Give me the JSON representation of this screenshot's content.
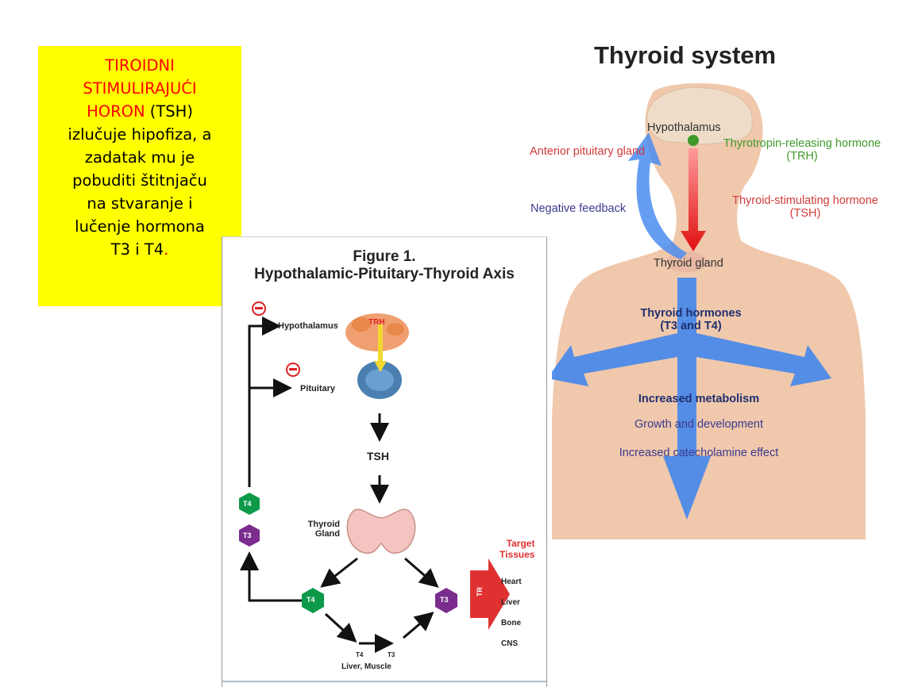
{
  "note": {
    "line1_red": "TIROIDNI",
    "line2_red": "STIMULIRAJUĆI",
    "line3_red": "HORON",
    "line3_black": " (TSH)",
    "line4": "izlučuje hipofiza, a",
    "line5": "zadatak mu je",
    "line6": "pobuditi štitnjaču",
    "line7": "na stvaranje i",
    "line8": "lučenje hormona",
    "line9": "T3 i T4",
    "line9_dot": "."
  },
  "thyroid_system": {
    "title": "Thyroid system",
    "hypothalamus": "Hypothalamus",
    "anterior_pituitary": "Anterior pituitary gland",
    "trh_line1": "Thyrotropin-releasing hormone",
    "trh_line2": "(TRH)",
    "negative_feedback": "Negative feedback",
    "tsh_line1": "Thyroid-stimulating hormone",
    "tsh_line2": "(TSH)",
    "thyroid_gland": "Thyroid gland",
    "hormones_line1": "Thyroid hormones",
    "hormones_line2": "(T3 and T4)",
    "effect1": "Increased metabolism",
    "effect2": "Growth and development",
    "effect3": "Increased catecholamine effect"
  },
  "figure1": {
    "title_line1": "Figure 1.",
    "title_line2": "Hypothalamic-Pituitary-Thyroid Axis",
    "hypothalamus": "Hypothalamus",
    "pituitary": "Pituitary",
    "trh": "TRH",
    "tsh": "TSH",
    "thyroid_line1": "Thyroid",
    "thyroid_line2": "Gland",
    "t4": "T4",
    "t3": "T3",
    "target_line1": "Target",
    "target_line2": "Tissues",
    "tissues": [
      "Heart",
      "Liver",
      "Bone",
      "CNS"
    ],
    "tr": "TR",
    "liver_muscle": "Liver, Muscle",
    "colors": {
      "t4": "#0c9a4a",
      "t3": "#7b2d8e",
      "target": "#e03131"
    }
  }
}
